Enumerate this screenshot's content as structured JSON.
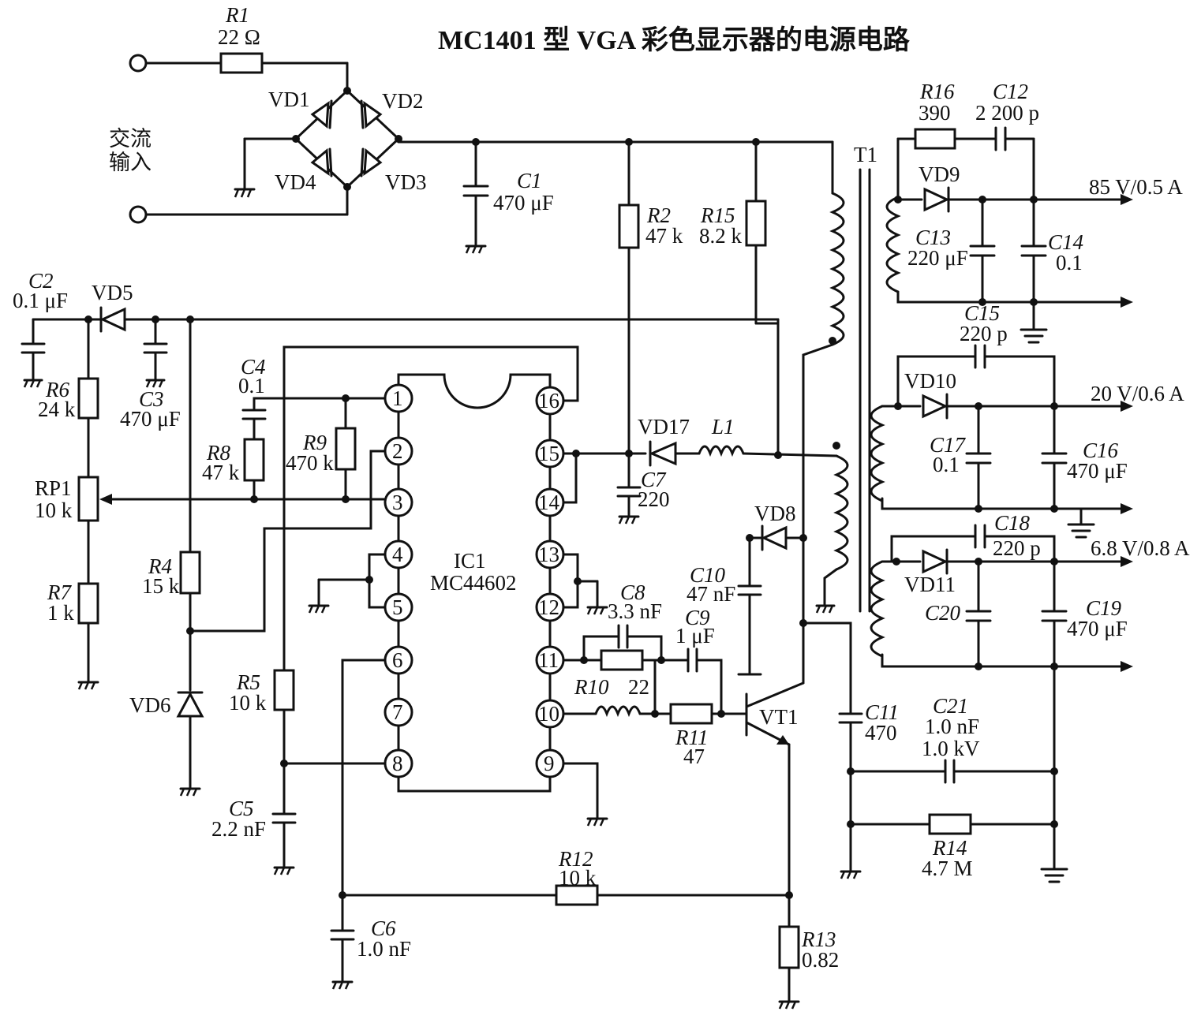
{
  "title": "MC1401 型 VGA 彩色显示器的电源电路",
  "colors": {
    "ink": "#111111",
    "paper": "#ffffff"
  },
  "input_label": [
    "交流",
    "输入"
  ],
  "transformer": "T1",
  "ic": {
    "ref": "IC1",
    "part": "MC44602",
    "pins_left": [
      "1",
      "2",
      "3",
      "4",
      "5",
      "6",
      "7",
      "8"
    ],
    "pins_right": [
      "16",
      "15",
      "14",
      "13",
      "12",
      "11",
      "10",
      "9"
    ]
  },
  "components": {
    "R1": {
      "ref": "R1",
      "value": "22 Ω"
    },
    "R2": {
      "ref": "R2",
      "value": "47 k"
    },
    "R4": {
      "ref": "R4",
      "value": "15 k"
    },
    "R5": {
      "ref": "R5",
      "value": "10 k"
    },
    "R6": {
      "ref": "R6",
      "value": "24 k"
    },
    "R7": {
      "ref": "R7",
      "value": "1 k"
    },
    "R8": {
      "ref": "R8",
      "value": "47 k"
    },
    "R9": {
      "ref": "R9",
      "value": "470 k"
    },
    "R10": {
      "ref": "R10",
      "value": "22"
    },
    "R11": {
      "ref": "R11",
      "value": "47"
    },
    "R12": {
      "ref": "R12",
      "value": "10 k"
    },
    "R13": {
      "ref": "R13",
      "value": "0.82"
    },
    "R14": {
      "ref": "R14",
      "value": "4.7 M"
    },
    "R15": {
      "ref": "R15",
      "value": "8.2 k"
    },
    "R16": {
      "ref": "R16",
      "value": "390"
    },
    "RP1": {
      "ref": "RP1",
      "value": "10 k"
    },
    "C1": {
      "ref": "C1",
      "value": "470 μF"
    },
    "C2": {
      "ref": "C2",
      "value": "0.1 μF"
    },
    "C3": {
      "ref": "C3",
      "value": "470 μF"
    },
    "C4": {
      "ref": "C4",
      "value": "0.1"
    },
    "C5": {
      "ref": "C5",
      "value": "2.2 nF"
    },
    "C6": {
      "ref": "C6",
      "value": "1.0 nF"
    },
    "C7": {
      "ref": "C7",
      "value": "220"
    },
    "C8": {
      "ref": "C8",
      "value": "3.3 nF"
    },
    "C9": {
      "ref": "C9",
      "value": "1 μF"
    },
    "C10": {
      "ref": "C10",
      "value": "47 nF"
    },
    "C11": {
      "ref": "C11",
      "value": "470"
    },
    "C12": {
      "ref": "C12",
      "value": "2 200 p"
    },
    "C13": {
      "ref": "C13",
      "value": "220 μF"
    },
    "C14": {
      "ref": "C14",
      "value": "0.1"
    },
    "C15": {
      "ref": "C15",
      "value": "220 p"
    },
    "C16": {
      "ref": "C16",
      "value": "470 μF"
    },
    "C17": {
      "ref": "C17",
      "value": "0.1"
    },
    "C18": {
      "ref": "C18",
      "value": "220 p"
    },
    "C19": {
      "ref": "C19",
      "value": "470 μF"
    },
    "C20": {
      "ref": "C20",
      "value": ""
    },
    "C21": {
      "ref": "C21",
      "value": "1.0 nF",
      "value2": "1.0 kV"
    },
    "L1": {
      "ref": "L1",
      "value": ""
    }
  },
  "diodes": [
    "VD1",
    "VD2",
    "VD3",
    "VD4",
    "VD5",
    "VD6",
    "VD8",
    "VD9",
    "VD10",
    "VD11",
    "VD17"
  ],
  "transistor": "VT1",
  "outputs": [
    "85 V/0.5 A",
    "20 V/0.6 A",
    "6.8 V/0.8 A"
  ]
}
